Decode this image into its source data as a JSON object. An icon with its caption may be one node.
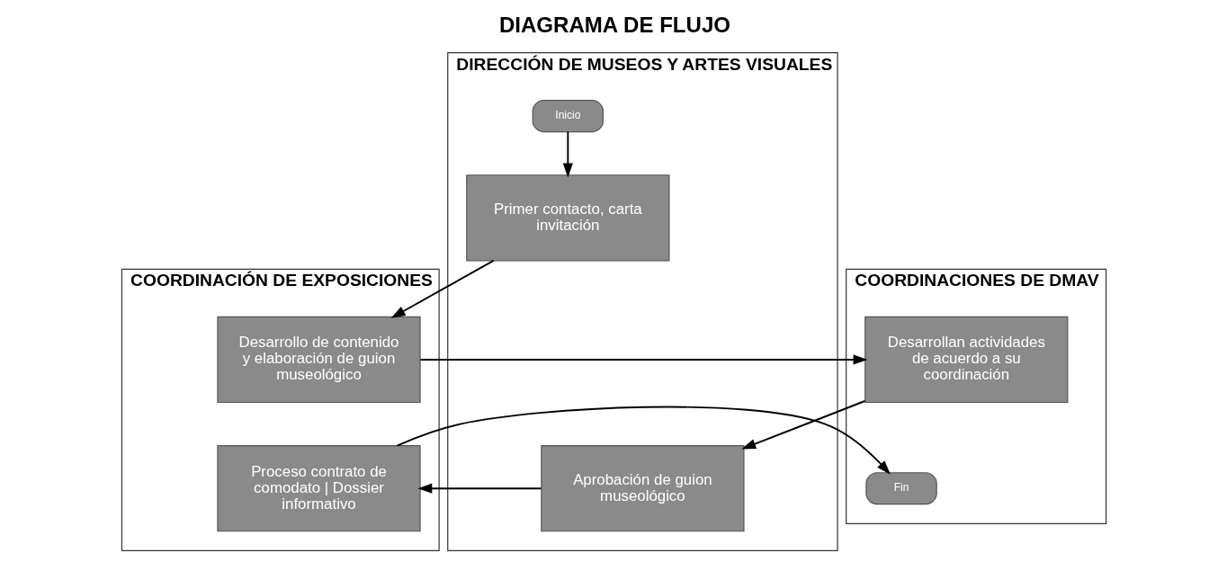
{
  "diagram": {
    "title": "DIAGRAMA DE FLUJO",
    "nodes": [
      {
        "text": [
          "DIRECCIÓN DE MUSEOS Y ARTES VISUALES"
        ]
      },
      {
        "text": [
          "COORDINACIÓN DE EXPOSICIONES"
        ]
      },
      {
        "text": [
          "COORDINACIONES DE DMAV"
        ]
      },
      {
        "text": [
          "Inicio"
        ],
        "in": 0
      },
      {
        "text": [
          "Primer contacto, carta invitación"
        ],
        "in": 0
      },
      {
        "text": [
          "Desarrollo de contenido y elaboración de guion museológico"
        ],
        "in": 1
      },
      {
        "text": [
          "Desarrollan actividades de acuerdo a su coordinación"
        ],
        "in": 2
      },
      {
        "text": [
          "Aprobación de guion museológico"
        ],
        "in": 0
      },
      {
        "text": [
          "Proceso contrato de comodato | Dossier informativo"
        ],
        "in": 1
      },
      {
        "text": [
          "Fin"
        ],
        "in": 2
      }
    ],
    "edges": [
      {
        "from": 3,
        "to": 4,
        "arrow": "to"
      },
      {
        "from": 4,
        "to": 5,
        "arrow": "to"
      },
      {
        "from": 5,
        "to": 6,
        "arrow": "to"
      },
      {
        "from": 6,
        "to": 7,
        "arrow": "to"
      },
      {
        "from": 7,
        "to": 8,
        "arrow": "to"
      },
      {
        "from": 8,
        "to": 9,
        "arrow": "to"
      }
    ]
  }
}
